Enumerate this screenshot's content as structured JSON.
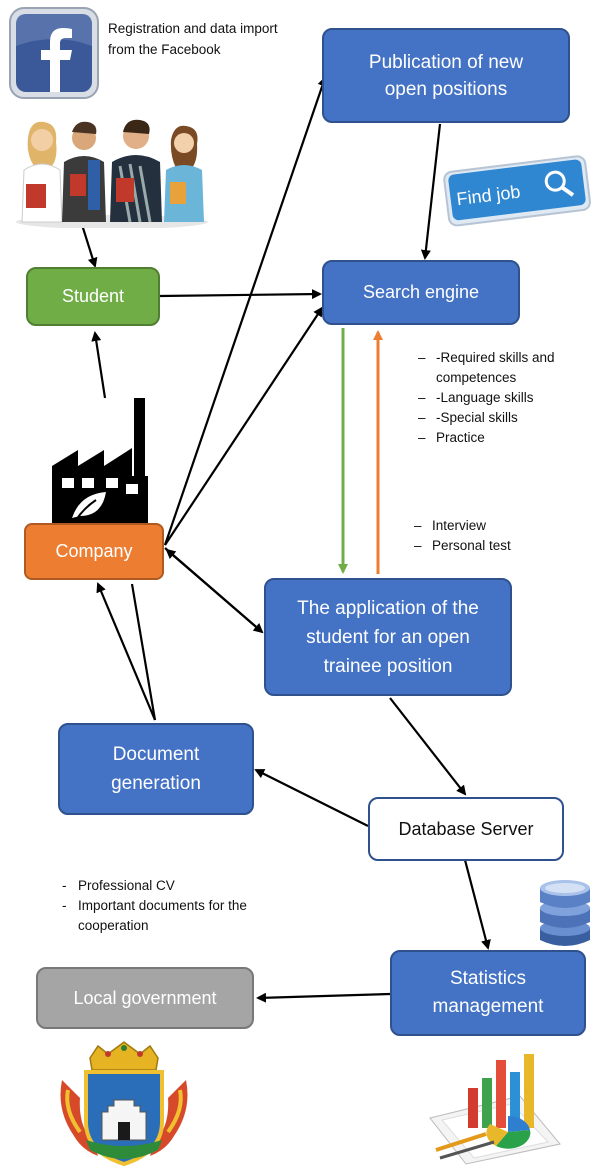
{
  "nodes": {
    "publication": "Publication of new open positions",
    "search": "Search engine",
    "student": "Student",
    "company": "Company",
    "application": "The application of the student for an open trainee position",
    "document": "Document generation",
    "database": "Database Server",
    "statistics": "Statistics management",
    "government": "Local government"
  },
  "notes": {
    "facebook": "Registration and data import from the Facebook",
    "skills": [
      "-Required skills and competences",
      "-Language skills",
      "-Special skills",
      "Practice"
    ],
    "interview": [
      "Interview",
      "Personal test"
    ],
    "documents": [
      "Professional CV",
      "Important documents for the cooperation"
    ]
  },
  "images": {
    "findjob_label": "Find job"
  },
  "icons": {
    "facebook": "facebook-logo-icon",
    "students": "students-photo",
    "findjob": "find-job-key-icon",
    "factory": "factory-icon",
    "database": "database-stack-icon",
    "charts": "charts-report-icon",
    "coat": "coat-of-arms-icon"
  },
  "colors": {
    "blue": "#4472c4",
    "green": "#70ad47",
    "orange": "#ed7d31",
    "gray": "#a5a5a5",
    "facebook": "#3b5998"
  }
}
